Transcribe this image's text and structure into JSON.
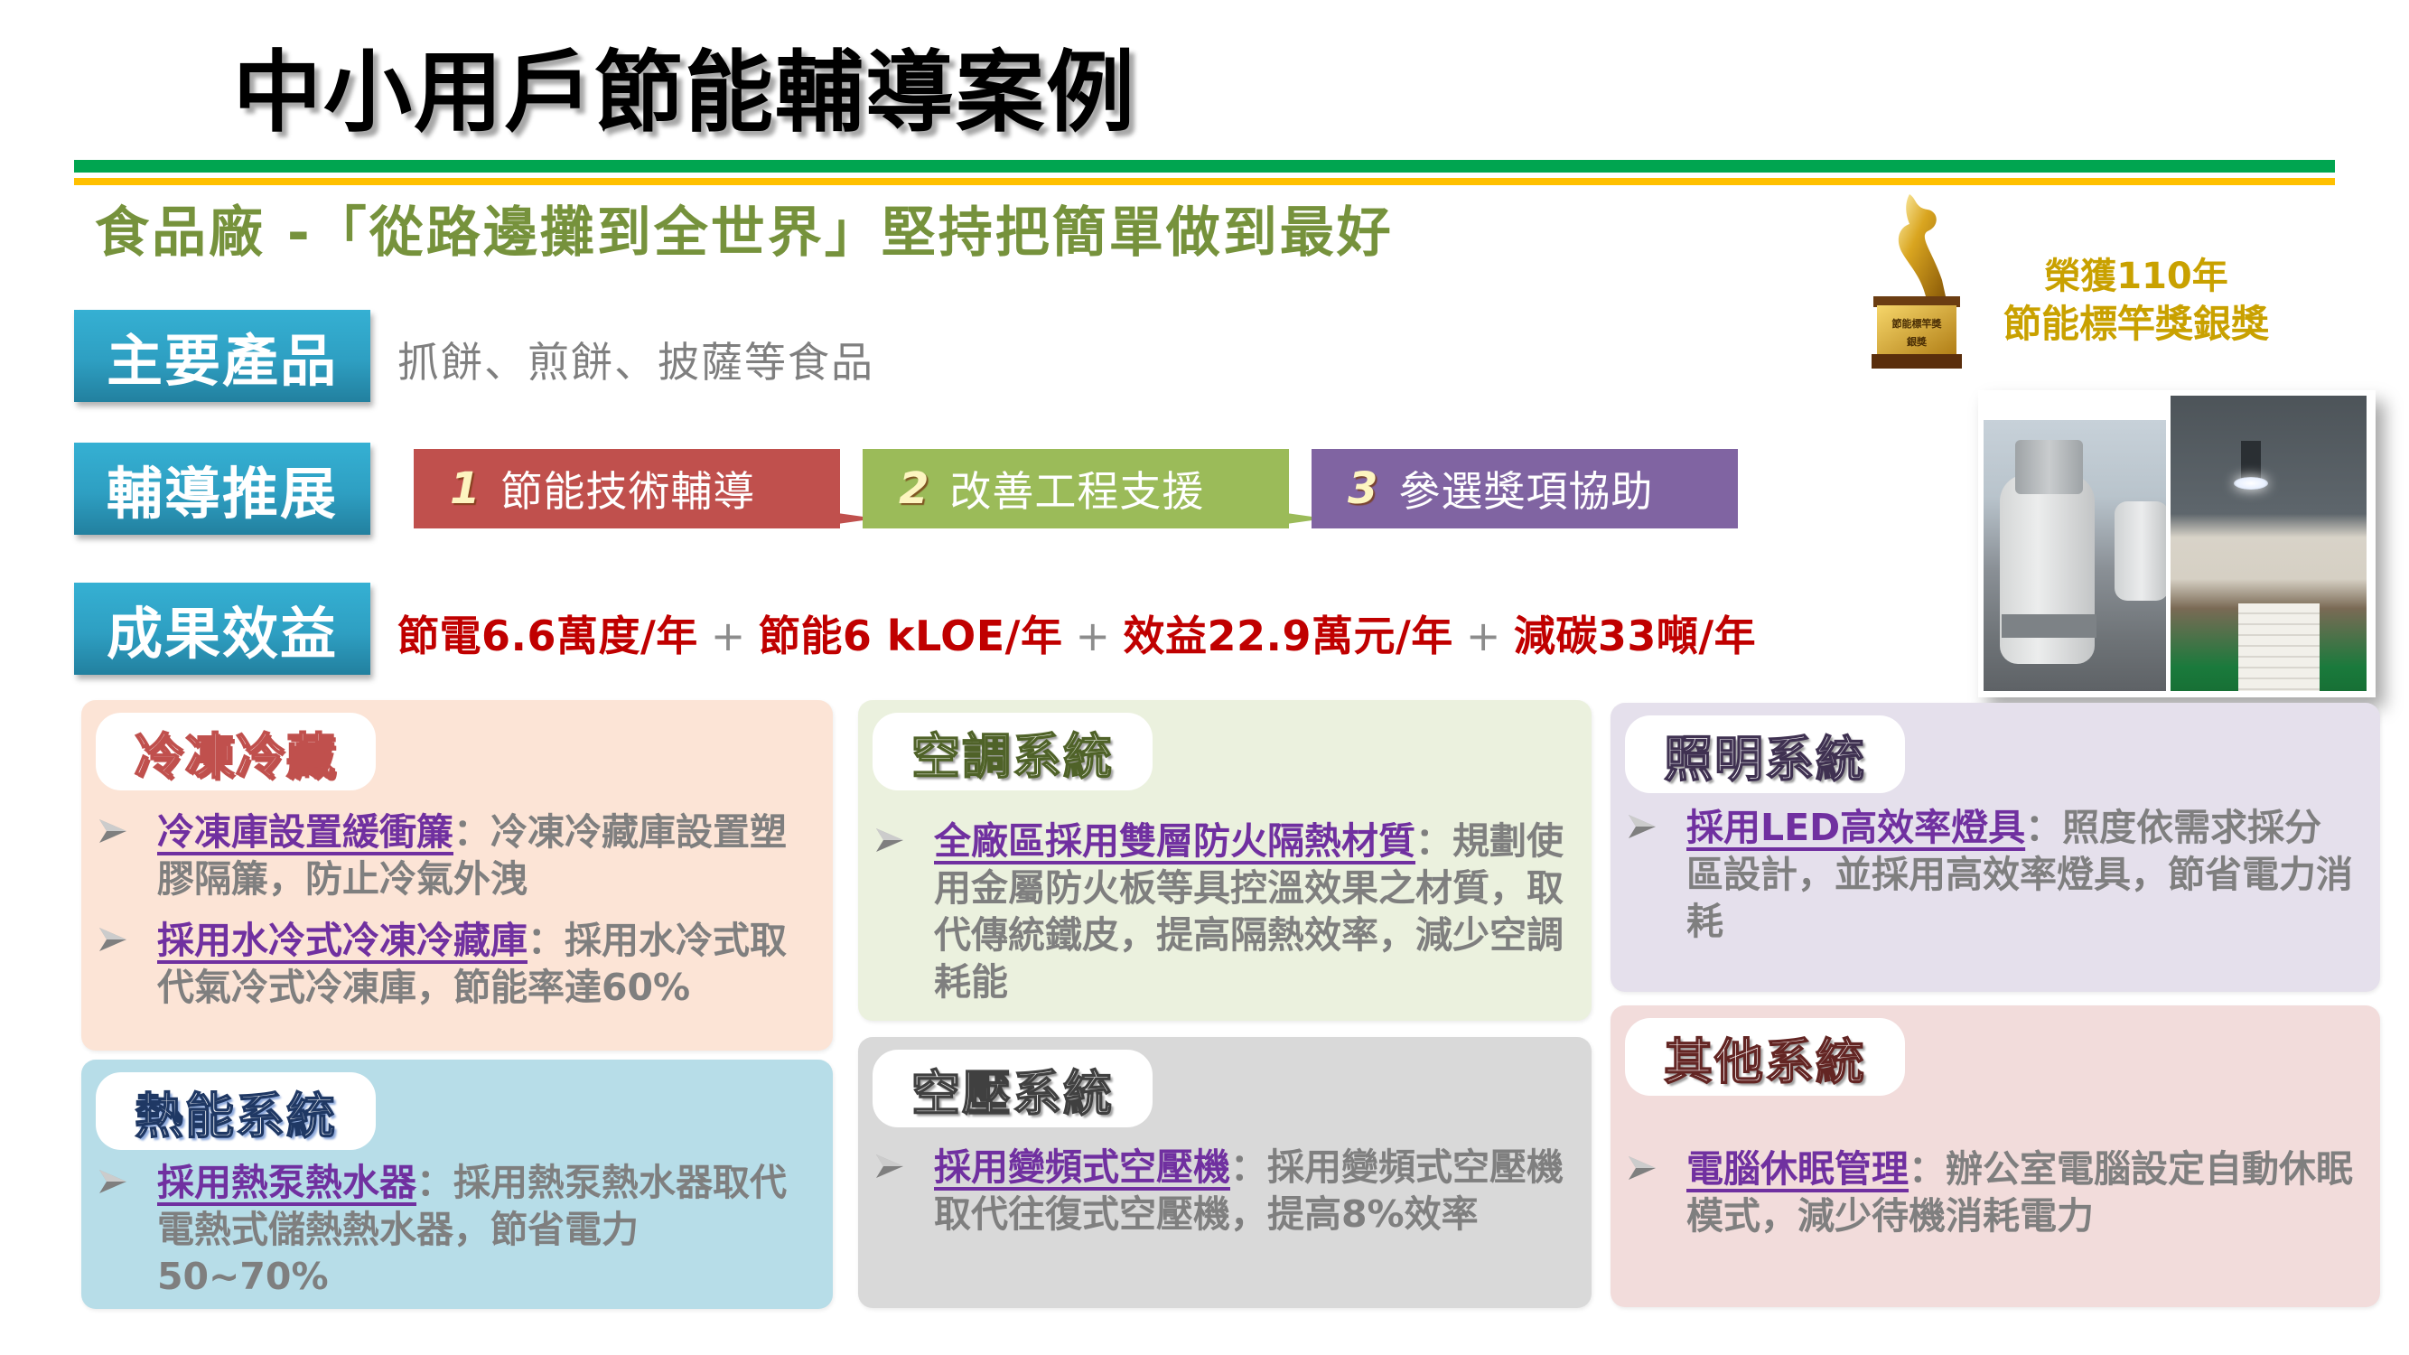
{
  "header": {
    "title": "中小用戶節能輔導案例",
    "subtitle": "食品廠 -「從路邊攤到全世界」堅持把簡單做到最好"
  },
  "colors": {
    "title_bar_green": "#00a550",
    "title_bar_yellow": "#ffc000",
    "subtitle": "#76923c",
    "label_box": "#2e9fc2",
    "step1": "#c0504d",
    "step2": "#9bbb59",
    "step3": "#8064a2",
    "results": "#c00000",
    "bullet_key": "#7030a0",
    "body_text": "#7f7f7f",
    "award_text": "#c9a100"
  },
  "award": {
    "icon": "trophy-icon",
    "line1": "榮獲110年",
    "line2": "節能標竿獎銀獎"
  },
  "photos": [
    {
      "name": "cooling-tower-photo"
    },
    {
      "name": "led-lighting-photo"
    }
  ],
  "sections": {
    "products": {
      "label": "主要產品",
      "text": "抓餅、煎餅、披薩等食品"
    },
    "promotion": {
      "label": "輔導推展",
      "steps": [
        {
          "num": "1",
          "label": "節能技術輔導"
        },
        {
          "num": "2",
          "label": "改善工程支援"
        },
        {
          "num": "3",
          "label": "參選獎項協助"
        }
      ]
    },
    "results": {
      "label": "成果效益",
      "items": [
        "節電6.6萬度/年",
        "節能6 kLOE/年",
        "效益22.9萬元/年",
        "減碳33噸/年"
      ],
      "separator": "+"
    }
  },
  "panels": {
    "cold": {
      "title": "冷凍冷藏",
      "bullets": [
        {
          "key": "冷凍庫設置緩衝簾",
          "sep": "：",
          "text": "冷凍冷藏庫設置塑膠隔簾，防止冷氣外洩"
        },
        {
          "key": "採用水冷式冷凍冷藏庫",
          "sep": "：",
          "text": "採用水冷式取代氣冷式冷凍庫，節能率達60%"
        }
      ]
    },
    "heat": {
      "title": "熱能系統",
      "bullets": [
        {
          "key": "採用熱泵熱水器",
          "sep": "：",
          "text": "採用熱泵熱水器取代電熱式儲熱熱水器，節省電力50~70%"
        }
      ]
    },
    "ac": {
      "title": "空調系統",
      "bullets": [
        {
          "key": "全廠區採用雙層防火隔熱材質",
          "sep": "：",
          "text": "規劃使用金屬防火板等具控溫效果之材質，取代傳統鐵皮，提高隔熱效率，減少空調耗能"
        }
      ]
    },
    "air": {
      "title": "空壓系統",
      "bullets": [
        {
          "key": "採用變頻式空壓機",
          "sep": "：",
          "text": "採用變頻式空壓機取代往復式空壓機，提高8%效率"
        }
      ]
    },
    "light": {
      "title": "照明系統",
      "bullets": [
        {
          "key": "採用LED高效率燈具",
          "sep": "：",
          "text": "照度依需求採分區設計，並採用高效率燈具，節省電力消耗"
        }
      ]
    },
    "other": {
      "title": "其他系統",
      "bullets": [
        {
          "key": "電腦休眠管理",
          "sep": "：",
          "text": "辦公室電腦設定自動休眠模式，減少待機消耗電力"
        }
      ]
    }
  }
}
